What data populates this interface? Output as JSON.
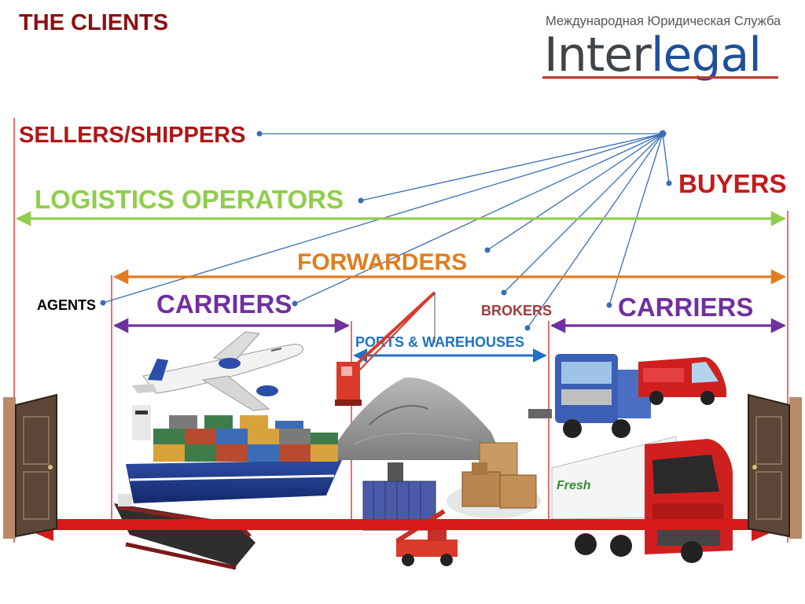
{
  "slide": {
    "title": "THE CLIENTS"
  },
  "logo": {
    "subtitle": "Международная Юридическая Служба",
    "word_part1": "Inter",
    "word_part2": "legal",
    "color_part1": "#3f4448",
    "color_part2": "#1f4f99",
    "underline_color": "#c0392b"
  },
  "labels": {
    "sellers_shippers": "SELLERS/SHIPPERS",
    "buyers": "BUYERS",
    "logistics_operators": "LOGISTICS OPERATORS",
    "forwarders": "FORWARDERS",
    "agents": "AGENTS",
    "carriers_left": "CARRIERS",
    "brokers": "BROKERS",
    "carriers_right": "CARRIERS",
    "ports_warehouses": "PORTS & WAREHOUSES"
  },
  "colors": {
    "title": "#8b1010",
    "sellers": "#b01515",
    "buyers": "#c41a1a",
    "logistics": "#8fce4a",
    "forwarders": "#e27d1e",
    "carriers": "#7030a0",
    "brokers": "#a33a3a",
    "ports": "#1f72c4",
    "connector": "#3a6db5",
    "red_line": "#e21f1f",
    "main_arrow": "#d61a1a"
  },
  "icons": {
    "door_left": "door-icon",
    "door_right": "door-icon",
    "airplane": "airplane-icon",
    "container_ship": "container-ship-icon",
    "tanker": "tanker-icon",
    "port_crane": "port-crane-icon",
    "cargo_pile": "cargo-pile-icon",
    "container": "container-icon",
    "boxes": "boxes-icon",
    "forklift": "forklift-icon",
    "truck_blue": "truck-icon",
    "van": "van-icon",
    "truck_red": "truck-icon"
  }
}
